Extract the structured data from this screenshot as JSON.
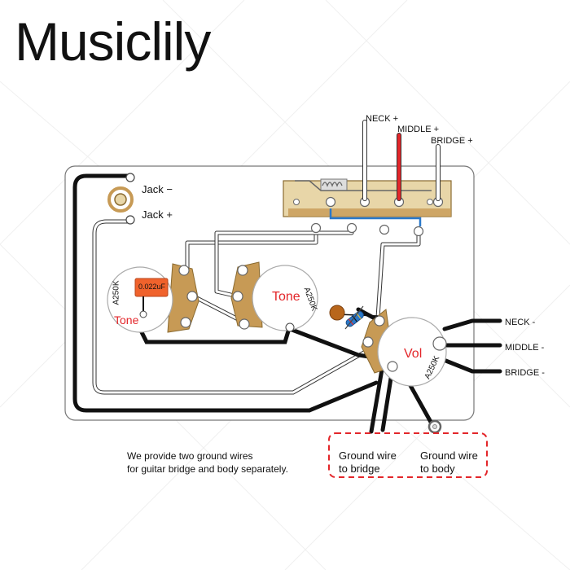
{
  "brand": "Musiclily",
  "colors": {
    "accent_red": "#e3262a",
    "wire_black": "#111111",
    "pot_body": "#c79a55",
    "pickup_plate": "#e8d6a8",
    "capacitor_orange": "#f0622c",
    "resistor_blue": "#2a78c9"
  },
  "jack": {
    "minus_label": "Jack −",
    "plus_label": "Jack +"
  },
  "pickups": {
    "neck_plus": "NECK +",
    "middle_plus": "MIDDLE +",
    "bridge_plus": "BRIDGE +",
    "neck_minus": "NECK -",
    "middle_minus": "MIDDLE -",
    "bridge_minus": "BRIDGE -"
  },
  "tone1": {
    "capacitor": "0.022uF",
    "value": "A250K",
    "label": "Tone"
  },
  "tone2": {
    "value": "A250K",
    "label": "Tone"
  },
  "volume": {
    "value": "A250K",
    "label": "Vol"
  },
  "notes": {
    "line1": "We provide two ground wires",
    "line2": "for guitar bridge and body separately."
  },
  "ground": {
    "bridge_line1": "Ground wire",
    "bridge_line2": "to bridge",
    "body_line1": "Ground wire",
    "body_line2": "to body"
  }
}
